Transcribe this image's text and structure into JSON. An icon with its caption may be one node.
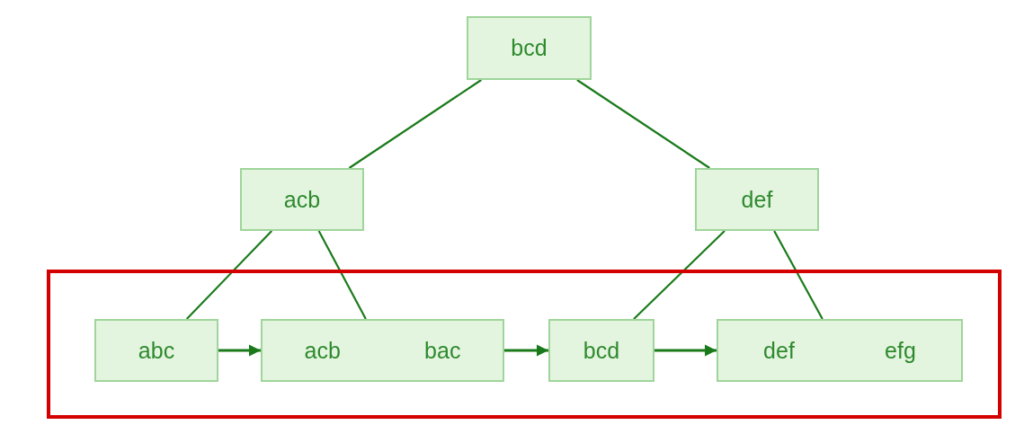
{
  "diagram": {
    "nodes": [
      {
        "text": [
          "bcd"
        ]
      },
      {
        "text": [
          "acb"
        ]
      },
      {
        "text": [
          "def"
        ]
      },
      {
        "text": [],
        "shape": "box"
      },
      {
        "text": [
          "abc"
        ],
        "in": 3
      },
      {
        "text": [
          "acb",
          "bac"
        ],
        "in": 3
      },
      {
        "text": [
          "bcd"
        ],
        "in": 3
      },
      {
        "text": [
          "def",
          "efg"
        ],
        "in": 3
      }
    ],
    "edges": [
      {
        "from": 0,
        "to": 1,
        "arrow": "none"
      },
      {
        "from": 0,
        "to": 2,
        "arrow": "none"
      },
      {
        "from": 1,
        "to": 4,
        "arrow": "none"
      },
      {
        "from": 1,
        "to": 5,
        "arrow": "none"
      },
      {
        "from": 2,
        "to": 6,
        "arrow": "none"
      },
      {
        "from": 2,
        "to": 7,
        "arrow": "none"
      },
      {
        "from": 4,
        "to": 5,
        "arrow": "to"
      },
      {
        "from": 5,
        "to": 6,
        "arrow": "to"
      },
      {
        "from": 6,
        "to": 7,
        "arrow": "to"
      }
    ]
  }
}
